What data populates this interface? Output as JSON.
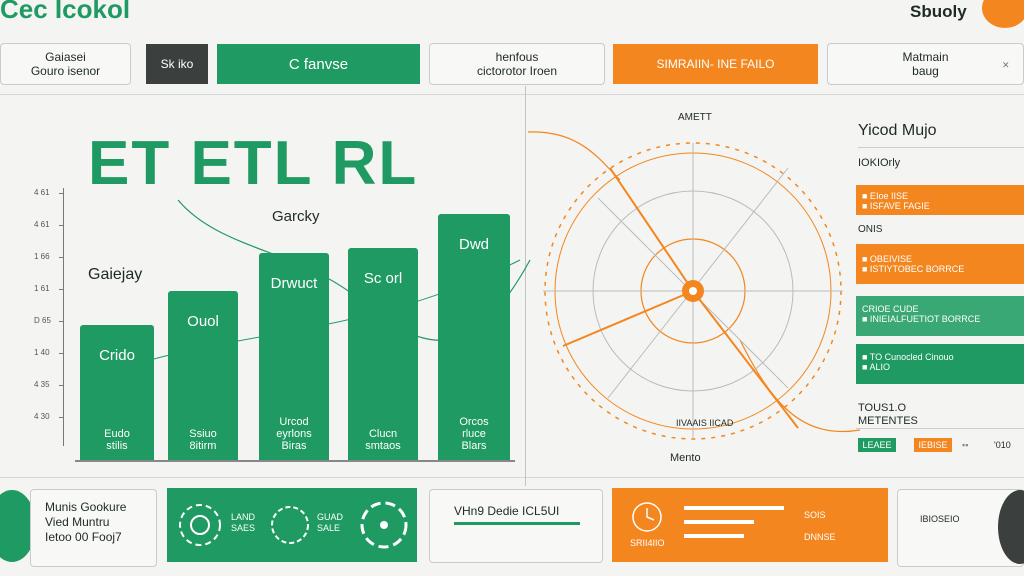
{
  "header": {
    "logo": "Cec Icokol",
    "user_label": "Sbuoly"
  },
  "top_cards": [
    {
      "line1": "Gaiasei",
      "line2": "Gouro isenor"
    },
    {
      "label": "Sk iko"
    },
    {
      "label": "C fanvse"
    },
    {
      "line1": "henfous",
      "line2": "cictorotor Iroen"
    },
    {
      "label": "SIMRAIIN- INE FAILO"
    },
    {
      "line1": "Matmain",
      "line2": "baug"
    }
  ],
  "main_title": "ET ETL RL",
  "chart_labels": {
    "subtitle": "Garcky",
    "left_label": "Gaiejay"
  },
  "y_ticks": [
    "4 61",
    "4 61",
    "1 66",
    "1 61",
    "D 65",
    "1 40",
    "4 35",
    "4 30"
  ],
  "chart_data": {
    "type": "bar",
    "categories": [
      "Crido",
      "Ouol",
      "Drwuct",
      "Sc orl",
      "Dwd"
    ],
    "values": [
      140,
      175,
      215,
      220,
      255
    ],
    "bottom_labels": [
      [
        "Eudo",
        "stilis"
      ],
      [
        "Ssiuo",
        "8itirm"
      ],
      [
        "Urcod",
        "eyrlons",
        "Biras"
      ],
      [
        "Clucn",
        "smtaos",
        ""
      ],
      [
        "Orcos",
        "rluce",
        "Blars"
      ]
    ],
    "ylim": [
      0,
      280
    ]
  },
  "radial": {
    "top_label": "AMETT",
    "bottom_label": "Mento",
    "caption": "IIVAAIS IICAD"
  },
  "right_panel": {
    "title": "Yicod Mujo",
    "subtitle": "IOKIOrly",
    "rows": [
      {
        "line1": "■ EIoe IISE",
        "line2": "■ ISFAVE FAGIE",
        "color": "orange"
      },
      {
        "label": "ONIS"
      },
      {
        "line1": "■ OBEIVISE",
        "line2": "■ ISTIYTOBEC BORRCE",
        "color": "orange"
      },
      {
        "line1": "CRIOE CUDE",
        "line2": "■ INIEIALFUETIOT BORRCE",
        "color": "green"
      },
      {
        "line1": "■ TO Cunocled Cinouo",
        "line2": "■ ALIO",
        "color": "green"
      }
    ],
    "footer_title1": "TOUS1.O",
    "footer_title2": "METENTES",
    "footer_tag1": "LEAEE",
    "footer_tag2": "IEBISE",
    "footer_code": "'010"
  },
  "bottom_cards": [
    {
      "line1": "Munis Gookure",
      "line2": "Vied Muntru",
      "line3": "Ietoo 00 Fooj7"
    },
    {
      "badge1": "LAND",
      "badge1b": "SAES",
      "badge2": "GUAD",
      "badge2b": "SALE"
    },
    {
      "label": "VHn9 Dedie ICL5UI"
    },
    {
      "lbl1": "SOIS",
      "lbl2": "DNNSE",
      "caption": "SRII4IIO"
    },
    {
      "label": "IBIOSEIO"
    }
  ],
  "colors": {
    "green": "#1f9a62",
    "orange": "#f3861f",
    "dark": "#3b3f3e"
  }
}
